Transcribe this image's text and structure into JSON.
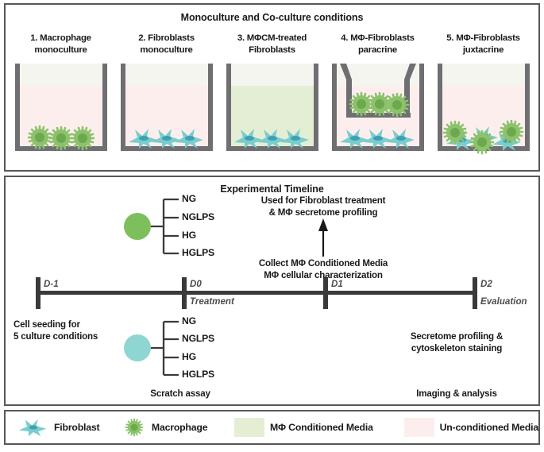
{
  "conditions": {
    "title": "Monoculture and Co-culture conditions",
    "wells": [
      {
        "name": "macrophage-monoculture",
        "line1": "1. Macrophage",
        "line2": "monoculture",
        "media": "un-conditioned",
        "insert": false
      },
      {
        "name": "fibroblast-monoculture",
        "line1": "2. Fibroblasts",
        "line2": "monoculture",
        "media": "un-conditioned",
        "insert": false
      },
      {
        "name": "mcm-treated-fibroblasts",
        "line1": "3. MΦCM-treated",
        "line2": "Fibroblasts",
        "media": "conditioned",
        "insert": false
      },
      {
        "name": "paracrine-coculture",
        "line1": "4. MΦ-Fibroblasts",
        "line2": "paracrine",
        "media": "un-conditioned",
        "insert": true
      },
      {
        "name": "juxtacrine-coculture",
        "line1": "5. MΦ-Fibroblasts",
        "line2": "juxtacrine",
        "media": "un-conditioned",
        "insert": false
      }
    ]
  },
  "timeline": {
    "title": "Experimental Timeline",
    "ticks": [
      {
        "id": "d-minus-1",
        "label": "D-1",
        "sublabel": ""
      },
      {
        "id": "d0",
        "label": "D0",
        "sublabel": "Treatment"
      },
      {
        "id": "d1",
        "label": "D1",
        "sublabel": ""
      },
      {
        "id": "d2",
        "label": "D2",
        "sublabel": "Evaluation"
      }
    ],
    "macrophage_branch": {
      "cell": "macrophage",
      "conditions": [
        "NG",
        "NGLPS",
        "HG",
        "HGLPS"
      ]
    },
    "fibroblast_branch": {
      "cell": "fibroblast",
      "conditions": [
        "NG",
        "NGLPS",
        "HG",
        "HGLPS"
      ],
      "caption": "Scratch assay"
    },
    "annotations": {
      "collect_line1": "Collect MΦ Conditioned Media",
      "collect_line2": "MΦ cellular characterization",
      "used_line1": "Used for Fibroblast treatment",
      "used_line2": "& MΦ secretome profiling",
      "seeding_line1": "Cell seeding for",
      "seeding_line2": "5 culture conditions",
      "evaluation_line1": "Secretome profiling &",
      "evaluation_line2": "cytoskeleton staining",
      "imaging": "Imaging & analysis"
    }
  },
  "legend": {
    "items": [
      {
        "icon": "fibroblast-icon",
        "label": "Fibroblast"
      },
      {
        "icon": "macrophage-icon",
        "label": "Macrophage"
      },
      {
        "icon": "conditioned-media-swatch",
        "label": "MΦ Conditioned Media"
      },
      {
        "icon": "unconditioned-media-swatch",
        "label": "Un-conditioned Media"
      }
    ]
  },
  "colors": {
    "frame": "#58585a",
    "well_wall": "#6f6f72",
    "conditioned_media": "#e4eed4",
    "unconditioned_media": "#fdeeee",
    "headspace": "#f5f5ef",
    "macrophage_body": "#8cc26b",
    "macrophage_nucleus": "#6da84f",
    "fibroblast_body": "#79cdcd",
    "fibroblast_nucleus": "#3f9fb5",
    "text": "#1a1a1a",
    "label_gray": "#4d4d4d"
  }
}
